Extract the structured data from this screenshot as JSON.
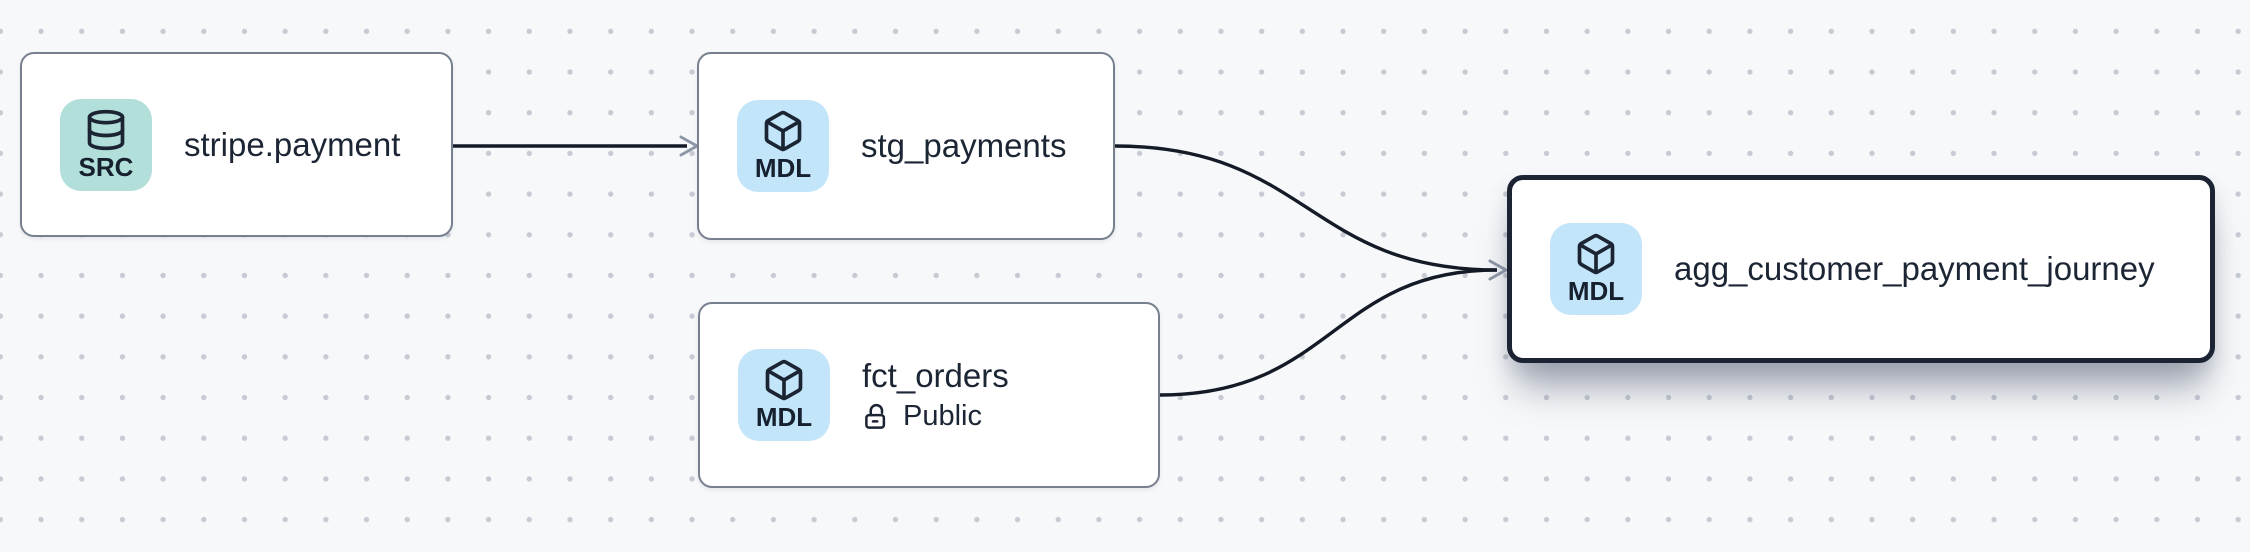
{
  "canvas": {
    "background_color": "#f7f8fa",
    "dot_color": "#c6cad3",
    "edge_color": "#141a26",
    "arrow_color": "#8e97a7",
    "selected_border_color": "#1c2433",
    "node_border_color": "#77808f"
  },
  "nodes": [
    {
      "label": "stripe.payment",
      "badge_label": "SRC",
      "badge_icon": "database-icon",
      "badge_color": "#b2dfda",
      "selected": false
    },
    {
      "label": "stg_payments",
      "badge_label": "MDL",
      "badge_icon": "box-icon",
      "badge_color": "#c3e5f9",
      "selected": false
    },
    {
      "label": "fct_orders",
      "subtitle": "Public",
      "subtitle_icon": "lock-open-icon",
      "badge_label": "MDL",
      "badge_icon": "box-icon",
      "badge_color": "#c3e5f9",
      "selected": false
    },
    {
      "label": "agg_customer_payment_journey",
      "badge_label": "MDL",
      "badge_icon": "box-icon",
      "badge_color": "#c3e5f9",
      "selected": true
    }
  ],
  "edges": [
    {
      "from": "stripe.payment",
      "to": "stg_payments"
    },
    {
      "from": "stg_payments",
      "to": "agg_customer_payment_journey"
    },
    {
      "from": "fct_orders",
      "to": "agg_customer_payment_journey"
    }
  ]
}
